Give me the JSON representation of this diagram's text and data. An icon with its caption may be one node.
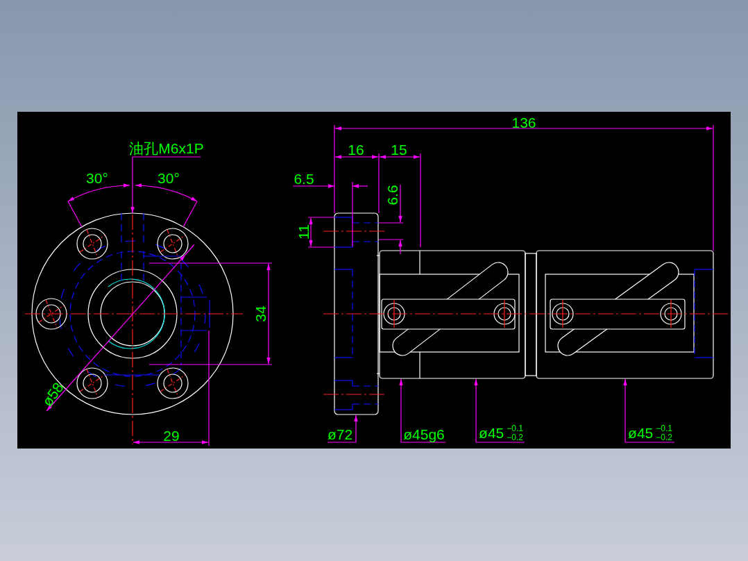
{
  "diagram": {
    "nodes": [
      {
        "text": [
          "油孔M6x1P"
        ]
      },
      {
        "text": [
          "ø72"
        ]
      },
      {
        "text": [
          "ø45g6"
        ]
      },
      {
        "text": [
          "ø45",
          "−0.1",
          "−0.2"
        ]
      },
      {
        "text": [
          "ø45",
          "−0.1",
          "−0.2"
        ]
      },
      {
        "text": [],
        "shape": "picture"
      }
    ],
    "edges": [
      {
        "from": 0,
        "to": 5,
        "arrow": "to"
      },
      {
        "from": 1,
        "to": null,
        "arrow": "to"
      },
      {
        "from": 2,
        "to": null,
        "arrow": "to"
      },
      {
        "from": 3,
        "to": null,
        "arrow": "to"
      },
      {
        "from": 4,
        "to": null,
        "arrow": "to"
      }
    ],
    "labels": [
      "30°",
      "30°",
      "34",
      "ø58",
      "29",
      "136",
      "16",
      "15",
      "6.5",
      "6.6",
      "11"
    ]
  }
}
